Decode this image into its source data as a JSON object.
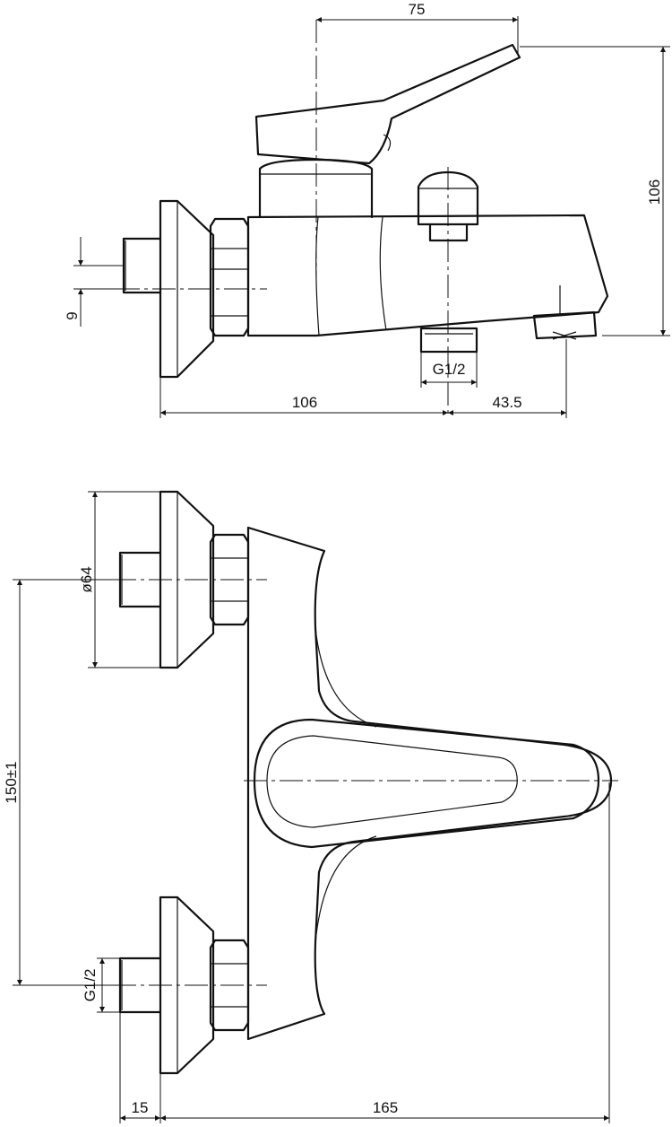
{
  "dimensions": {
    "front": {
      "lever_offset": "75",
      "total_height": "106",
      "thread_offset": "9",
      "outlet_thread": "G1/2",
      "body_length": "106",
      "spout_reach": "43.5"
    },
    "top": {
      "flange_diameter": "ø64",
      "center_distance": "150±1",
      "inlet_thread": "G1/2",
      "nipple_length": "15",
      "total_length": "165"
    }
  }
}
